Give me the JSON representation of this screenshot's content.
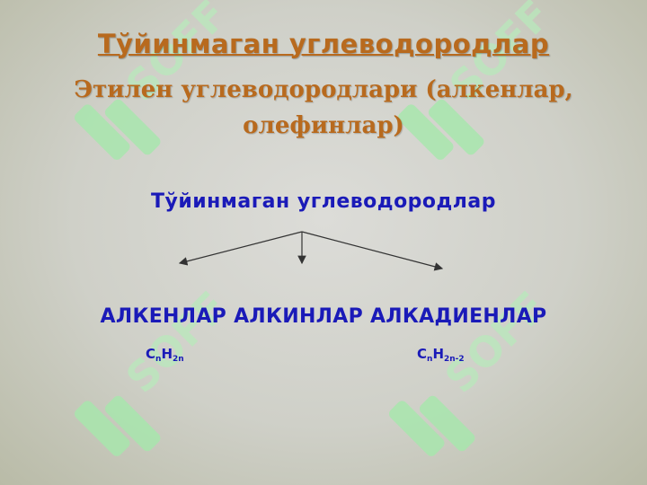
{
  "slide": {
    "title": "Тўйинмаган углеводородлар",
    "subtitle_line1": "Этилен углеводородлари (алкенлар,",
    "subtitle_line2": "олефинлар)",
    "root": "Тўйинмаган углеводородлар",
    "branches": {
      "alkenes": "АЛКЕНЛАР",
      "alkynes": "АЛКИНЛАР",
      "alkadienes": "АЛКАДИЕНЛАР"
    },
    "formula_alkenes": {
      "c": "C",
      "c_sub": "n",
      "h": "H",
      "h_sub": "2n"
    },
    "formula_alkadienes": {
      "c": "C",
      "c_sub": "n",
      "h": "H",
      "h_sub": "2n-2"
    }
  },
  "watermark": {
    "text": "SOFF",
    "color": "#9fe3a6"
  },
  "colors": {
    "title": "#b86a1e",
    "body_text": "#1a1ab8"
  }
}
